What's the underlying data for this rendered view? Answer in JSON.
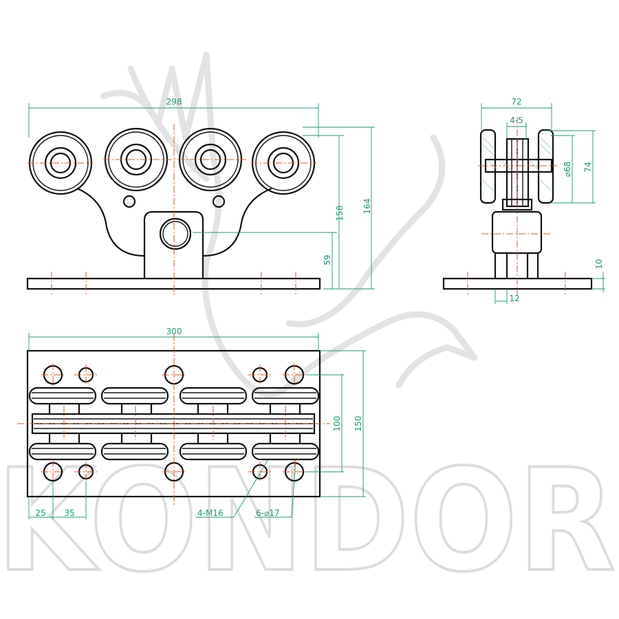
{
  "watermark": {
    "text": "KONDOR"
  },
  "front_view": {
    "dims": {
      "width": "298",
      "height_axle": "158",
      "height_total": "164",
      "height_post": "59"
    }
  },
  "side_view": {
    "dims": {
      "width": "72",
      "gap": "4-5",
      "wheel_diameter": "⌀68",
      "height": "74",
      "plate_thickness": "10",
      "post_width": "12"
    }
  },
  "top_view": {
    "dims": {
      "width": "300",
      "hole_spacing_y": "100",
      "depth": "150",
      "offset_x1": "25",
      "offset_x2": "35"
    },
    "callouts": {
      "threaded_holes": "4-M16",
      "through_holes": "6-⌀17"
    }
  },
  "colors": {
    "outline": "#111111",
    "centerline": "#e2542a",
    "dimension": "#1a9a6a"
  }
}
